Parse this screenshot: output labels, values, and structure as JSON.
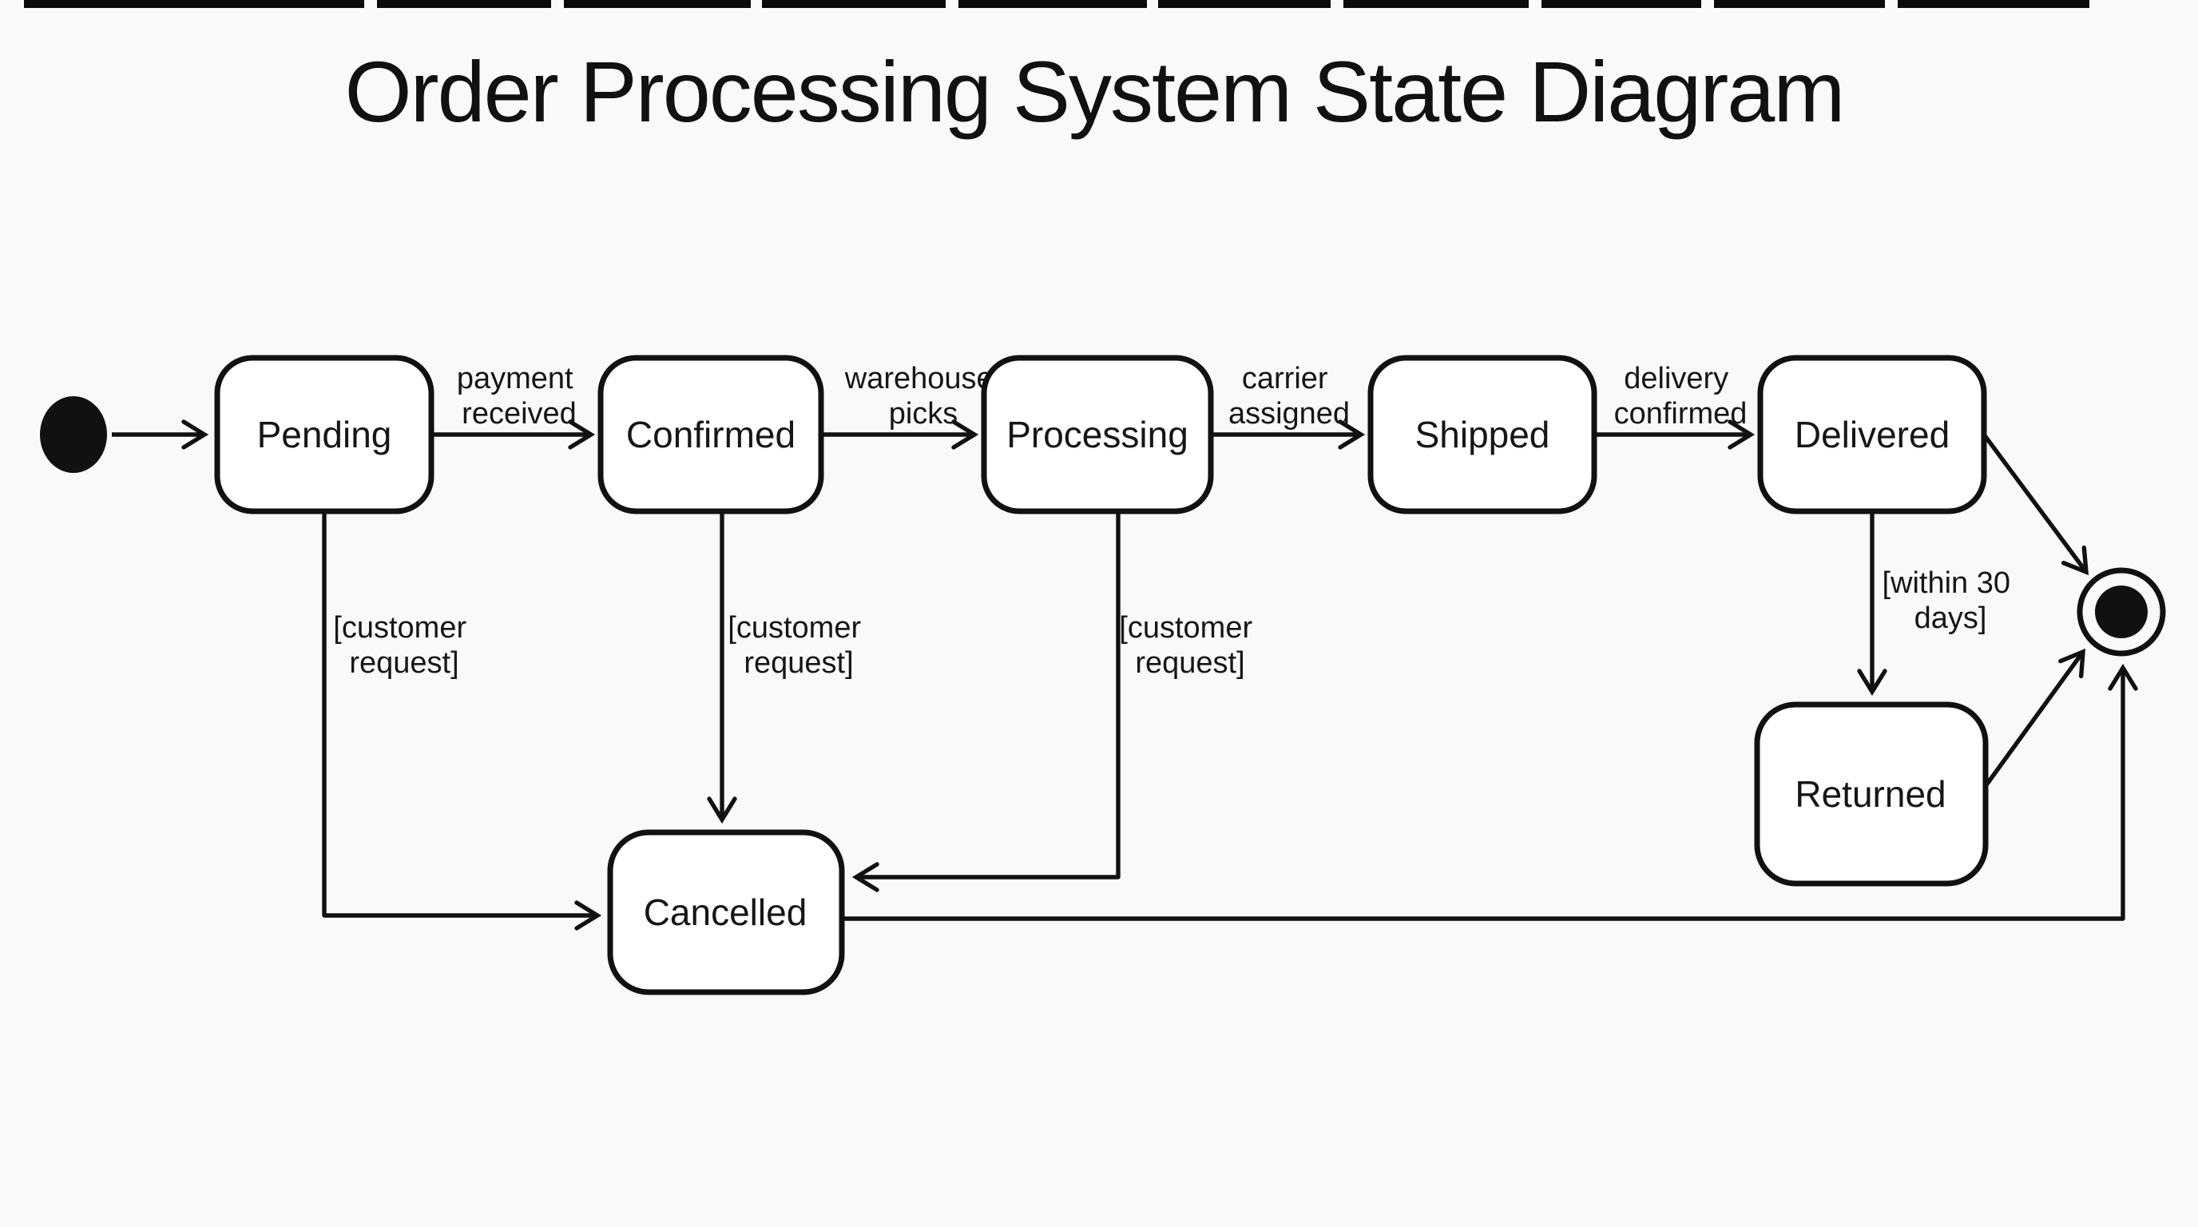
{
  "title": "Order Processing System State Diagram",
  "colors": {
    "ink": "#111111",
    "background": "#f9f9f7",
    "state_fill": "#ffffff"
  },
  "diagram": {
    "type": "uml-state-diagram",
    "states": [
      {
        "id": "pending",
        "label": "Pending"
      },
      {
        "id": "confirmed",
        "label": "Confirmed"
      },
      {
        "id": "processing",
        "label": "Processing"
      },
      {
        "id": "shipped",
        "label": "Shipped"
      },
      {
        "id": "delivered",
        "label": "Delivered"
      },
      {
        "id": "cancelled",
        "label": "Cancelled"
      },
      {
        "id": "returned",
        "label": "Returned"
      }
    ],
    "pseudostates": [
      {
        "id": "initial",
        "kind": "initial-state-dot"
      },
      {
        "id": "final",
        "kind": "final-state-double-circle"
      }
    ],
    "transitions": [
      {
        "from": "initial",
        "to": "pending",
        "label": "",
        "label_lines": []
      },
      {
        "from": "pending",
        "to": "confirmed",
        "label": "payment received",
        "label_lines": [
          "payment",
          "received"
        ]
      },
      {
        "from": "confirmed",
        "to": "processing",
        "label": "warehouse picks",
        "label_lines": [
          "warehouse",
          "picks"
        ]
      },
      {
        "from": "processing",
        "to": "shipped",
        "label": "carrier assigned",
        "label_lines": [
          "carrier",
          "assigned"
        ]
      },
      {
        "from": "shipped",
        "to": "delivered",
        "label": "delivery confirmed",
        "label_lines": [
          "delivery",
          "confirmed"
        ]
      },
      {
        "from": "pending",
        "to": "cancelled",
        "label": "[customer request]",
        "label_lines": [
          "[customer",
          "request]"
        ]
      },
      {
        "from": "confirmed",
        "to": "cancelled",
        "label": "[customer request]",
        "label_lines": [
          "[customer",
          "request]"
        ]
      },
      {
        "from": "processing",
        "to": "cancelled",
        "label": "[customer request]",
        "label_lines": [
          "[customer",
          "request]"
        ]
      },
      {
        "from": "delivered",
        "to": "returned",
        "label": "[within 30 days]",
        "label_lines": [
          "[within 30",
          "days]"
        ]
      },
      {
        "from": "delivered",
        "to": "final",
        "label": "",
        "label_lines": []
      },
      {
        "from": "returned",
        "to": "final",
        "label": "",
        "label_lines": []
      },
      {
        "from": "cancelled",
        "to": "final",
        "label": "",
        "label_lines": []
      }
    ]
  }
}
